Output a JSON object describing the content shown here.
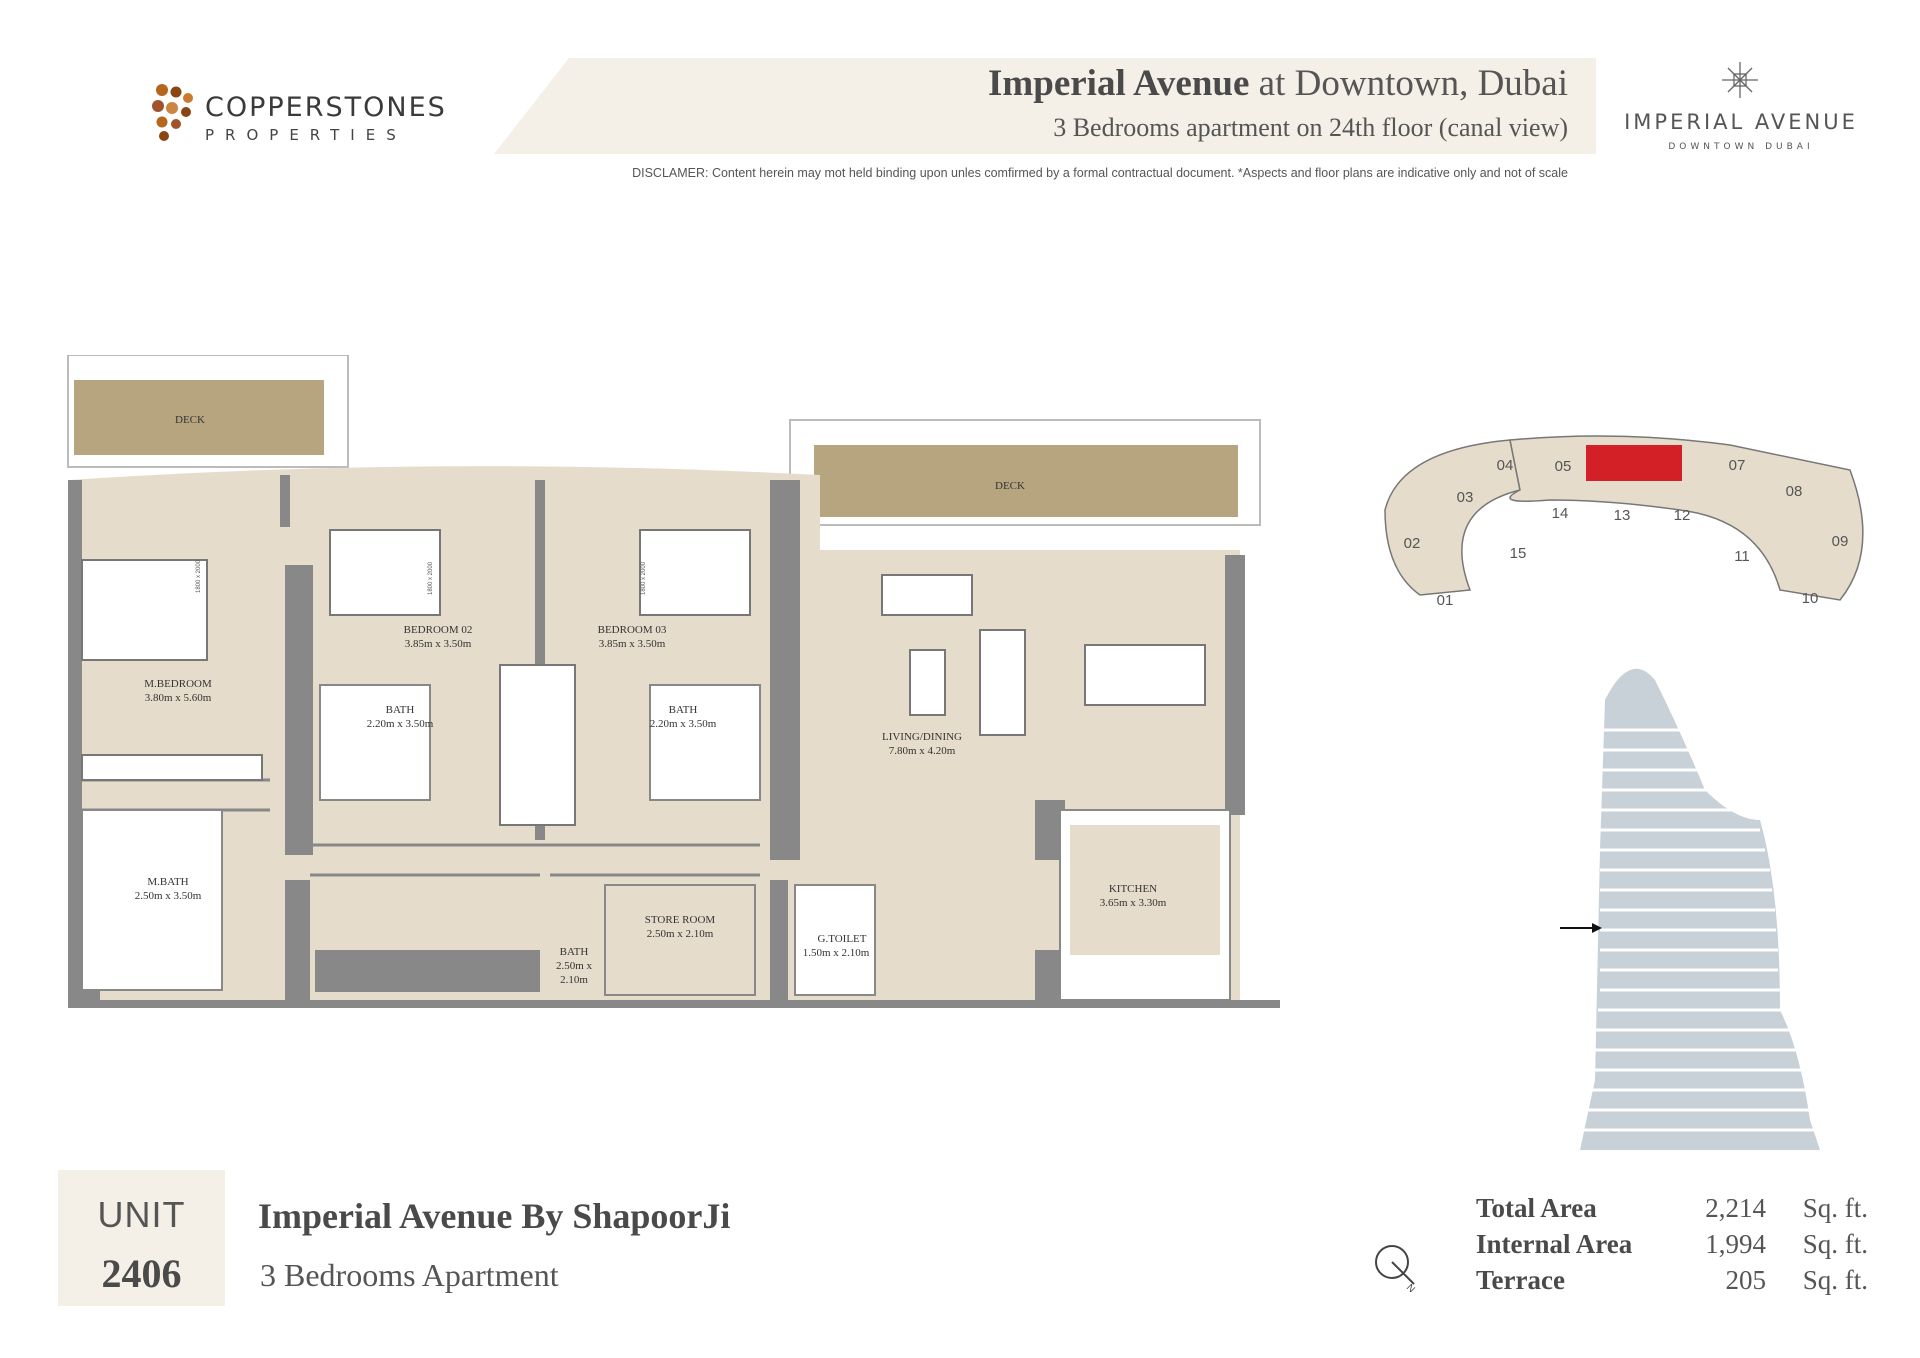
{
  "logo": {
    "line1": "COPPERSTONES",
    "line2": "PROPERTIES"
  },
  "header": {
    "title_bold": "Imperial Avenue",
    "title_rest": " at Downtown, Dubai",
    "subtitle": "3 Bedrooms apartment on 24th floor (canal view)",
    "disclaimer": "DISCLAMER: Content herein may mot held binding upon unles comfirmed by a formal contractual document. *Aspects and floor plans are indicative only and not of scale"
  },
  "brand": {
    "name": "IMPERIAL AVENUE",
    "sub": "DOWNTOWN DUBAI"
  },
  "colors": {
    "wall": "#888888",
    "floor": "#e6dccb",
    "deck": "#b7a57f",
    "highlight": "#d32027",
    "band": "#f4f0e8",
    "tower": "#b9c2cb"
  },
  "floorplan": {
    "rooms": [
      {
        "name": "DECK",
        "dims": ""
      },
      {
        "name": "DECK",
        "dims": ""
      },
      {
        "name": "M.BEDROOM",
        "dims": "3.80m x 5.60m"
      },
      {
        "name": "BEDROOM 02",
        "dims": "3.85m x 3.50m"
      },
      {
        "name": "BEDROOM 03",
        "dims": "3.85m x 3.50m"
      },
      {
        "name": "BATH",
        "dims": "2.20m x 3.50m"
      },
      {
        "name": "BATH",
        "dims": "2.20m x 3.50m"
      },
      {
        "name": "LIVING/DINING",
        "dims": "7.80m x 4.20m"
      },
      {
        "name": "M.BATH",
        "dims": "2.50m x 3.50m"
      },
      {
        "name": "STORE ROOM",
        "dims": "2.50m x 2.10m"
      },
      {
        "name": "BATH",
        "dims": "2.50m x",
        "dims2": "2.10m"
      },
      {
        "name": "G.TOILET",
        "dims": "1.50m x 2.10m"
      },
      {
        "name": "KITCHEN",
        "dims": "3.65m x 3.30m"
      }
    ],
    "bed_label": "1800 x 2000"
  },
  "keyplan": {
    "units": [
      "01",
      "02",
      "03",
      "04",
      "05",
      "07",
      "08",
      "09",
      "10",
      "11",
      "12",
      "13",
      "14",
      "15"
    ],
    "highlighted": "06"
  },
  "unit": {
    "label": "UNIT",
    "number": "2406"
  },
  "project": {
    "name": "Imperial Avenue By ShapoorJi",
    "type": "3 Bedrooms Apartment"
  },
  "areas": [
    {
      "label": "Total Area",
      "value": "2,214",
      "unit": "Sq. ft."
    },
    {
      "label": "Internal Area",
      "value": "1,994",
      "unit": "Sq. ft."
    },
    {
      "label": "Terrace",
      "value": "205",
      "unit": "Sq. ft."
    }
  ]
}
